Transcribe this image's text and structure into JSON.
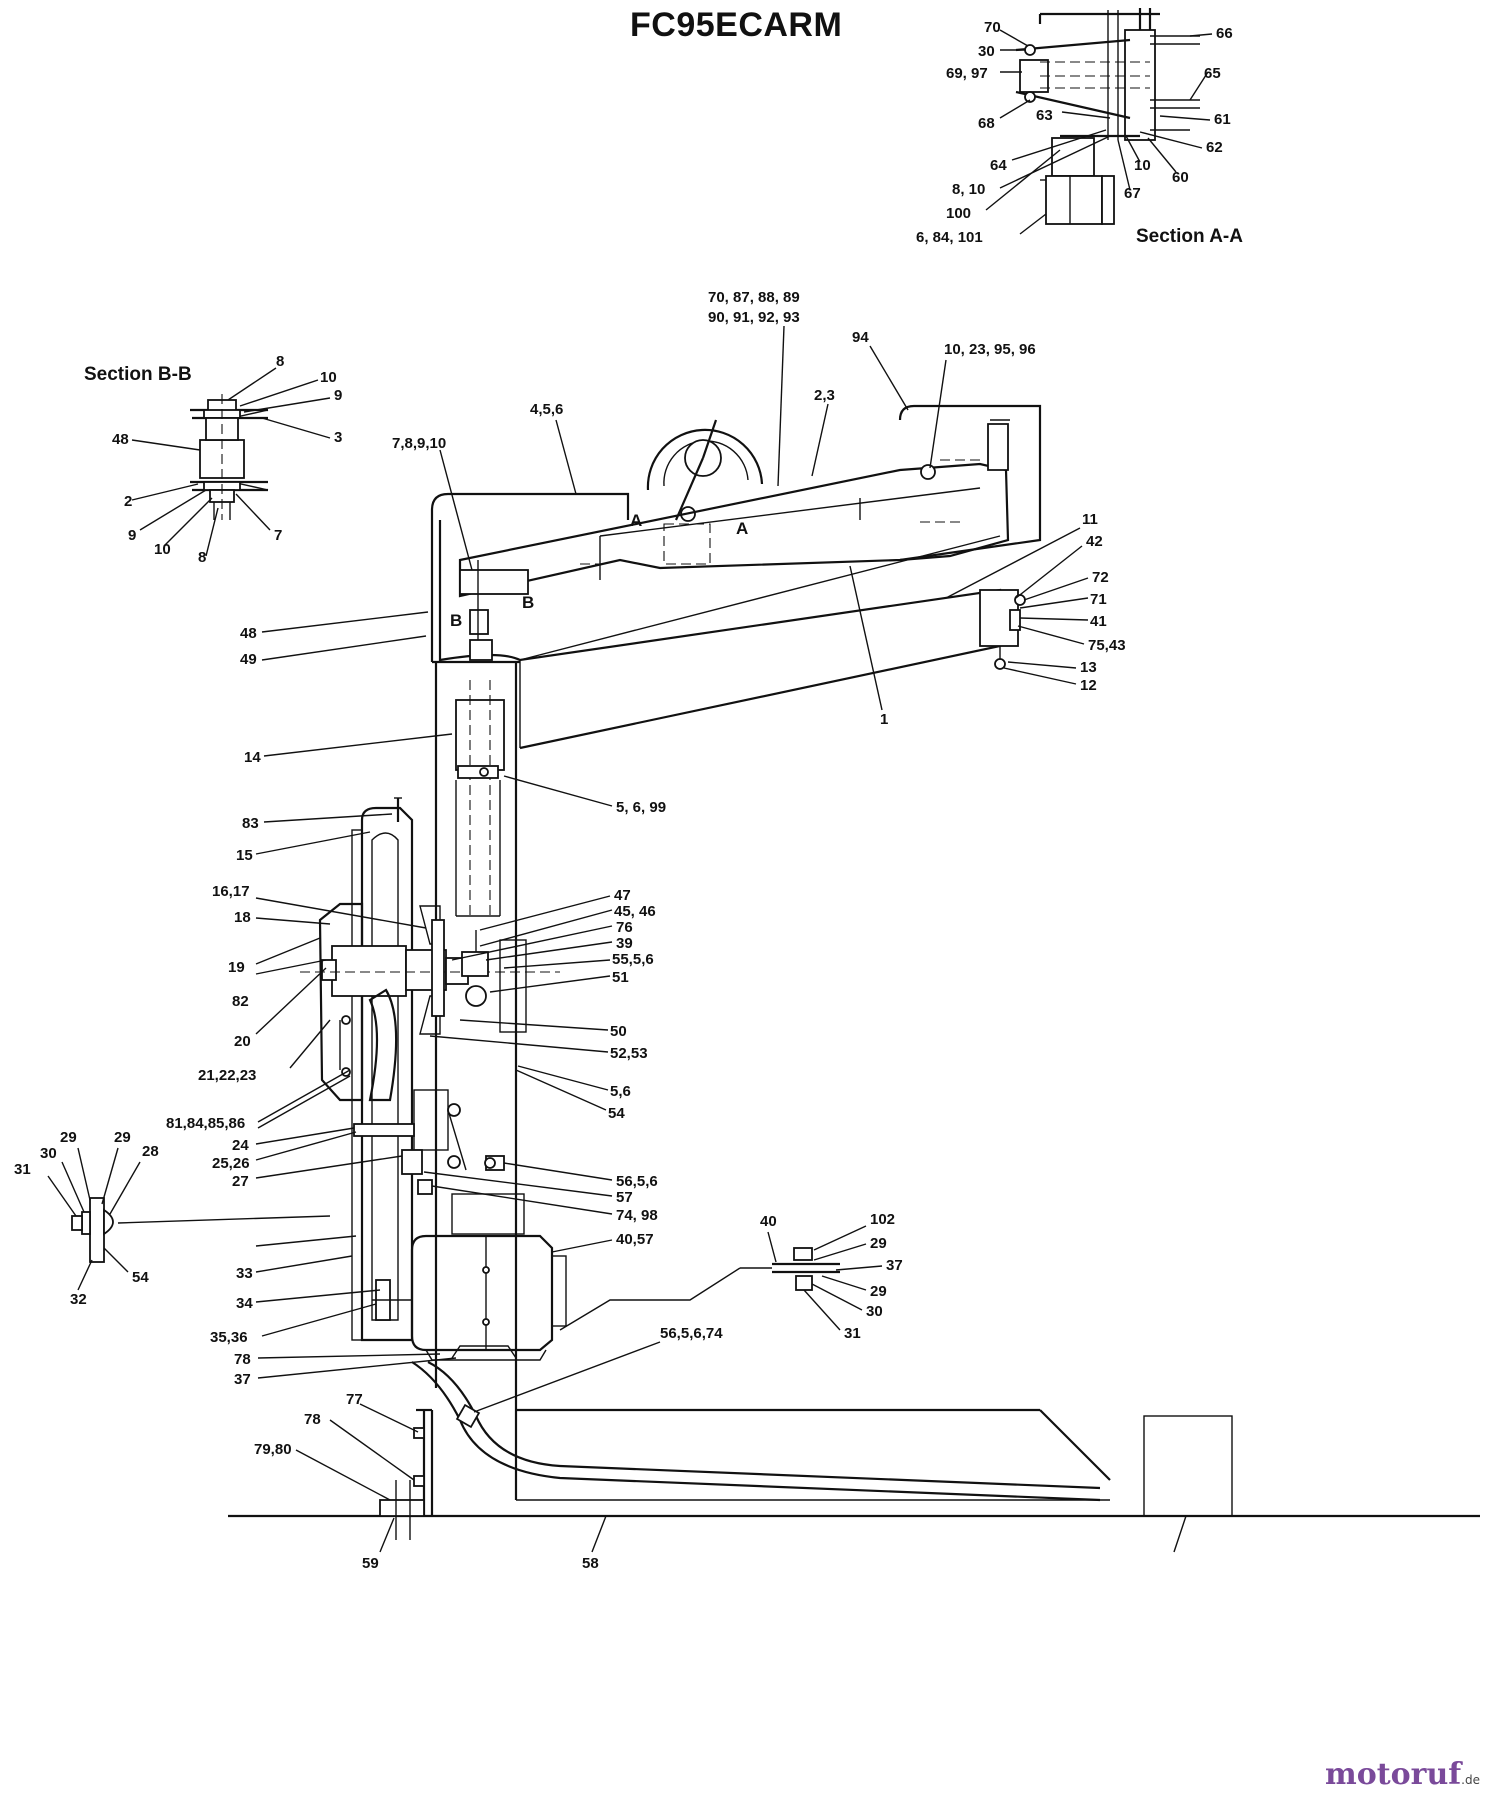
{
  "title": "FC95ECARM",
  "sections": {
    "aa": "Section A-A",
    "bb": "Section B-B"
  },
  "markers": {
    "a_left": "A",
    "a_right": "A",
    "b_left": "B",
    "b_right": "B"
  },
  "logo": {
    "text": "motoruf",
    "suffix": ".de"
  },
  "callouts": {
    "c_70_aa": "70",
    "c_30_aa": "30",
    "c_69_97": "69, 97",
    "c_68": "68",
    "c_63": "63",
    "c_64": "64",
    "c_8_10_aa": "8, 10",
    "c_100": "100",
    "c_6_84_101": "6, 84, 101",
    "c_66": "66",
    "c_65": "65",
    "c_61": "61",
    "c_62": "62",
    "c_10_aa": "10",
    "c_60": "60",
    "c_67": "67",
    "c_8_bb_top": "8",
    "c_10_bb_top": "10",
    "c_9_bb_top": "9",
    "c_3_bb": "3",
    "c_48_bb": "48",
    "c_2_bb": "2",
    "c_9_bb_bot": "9",
    "c_10_bb_bot": "10",
    "c_8_bb_bot": "8",
    "c_7_bb": "7",
    "c_70_87": "70, 87, 88, 89",
    "c_90_91": "90, 91, 92, 93",
    "c_94": "94",
    "c_10_23": "10, 23, 95, 96",
    "c_4_5_6": "4,5,6",
    "c_2_3": "2,3",
    "c_7_8_9_10": "7,8,9,10",
    "c_11": "11",
    "c_42": "42",
    "c_72": "72",
    "c_71": "71",
    "c_41": "41",
    "c_75_43": "75,43",
    "c_13": "13",
    "c_12": "12",
    "c_1": "1",
    "c_48": "48",
    "c_49": "49",
    "c_14": "14",
    "c_5_6_99": "5, 6, 99",
    "c_83": "83",
    "c_15": "15",
    "c_16_17": "16,17",
    "c_18": "18",
    "c_19": "19",
    "c_82": "82",
    "c_20": "20",
    "c_21_22_23": "21,22,23",
    "c_47": "47",
    "c_45_46": "45, 46",
    "c_76": "76",
    "c_39": "39",
    "c_55_5_6": "55,5,6",
    "c_51": "51",
    "c_50": "50",
    "c_52_53": "52,53",
    "c_5_6": "5,6",
    "c_54": "54",
    "c_81_84": "81,84,85,86",
    "c_24": "24",
    "c_25_26": "25,26",
    "c_27": "27",
    "c_56_5_6": "56,5,6",
    "c_57": "57",
    "c_74_98": "74, 98",
    "c_40_57": "40,57",
    "c_33": "33",
    "c_34": "34",
    "c_35_36": "35,36",
    "c_78_a": "78",
    "c_37_a": "37",
    "c_29_l1": "29",
    "c_29_l2": "29",
    "c_30_l": "30",
    "c_28": "28",
    "c_31_l": "31",
    "c_32": "32",
    "c_54_l": "54",
    "c_40_r": "40",
    "c_102": "102",
    "c_29_r1": "29",
    "c_37_r": "37",
    "c_29_r2": "29",
    "c_30_r": "30",
    "c_31_r": "31",
    "c_56_5_6_74": "56,5,6,74",
    "c_77": "77",
    "c_78_b": "78",
    "c_79_80": "79,80",
    "c_59": "59",
    "c_58": "58"
  }
}
